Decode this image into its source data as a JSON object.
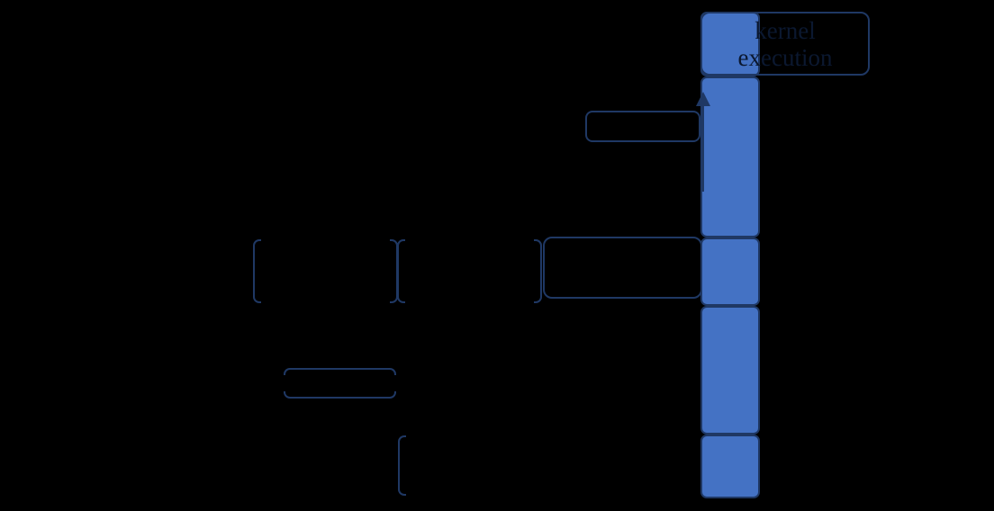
{
  "diagram": {
    "type": "timeline-diagram",
    "background": "#000000",
    "colors": {
      "bar_fill": "#4472C4",
      "outline": "#1F3864",
      "label_text": "#0B1830"
    },
    "kernel_label": {
      "line1": "kernel",
      "line2": "execution"
    },
    "stream_bar": {
      "segment_count": 5
    }
  }
}
